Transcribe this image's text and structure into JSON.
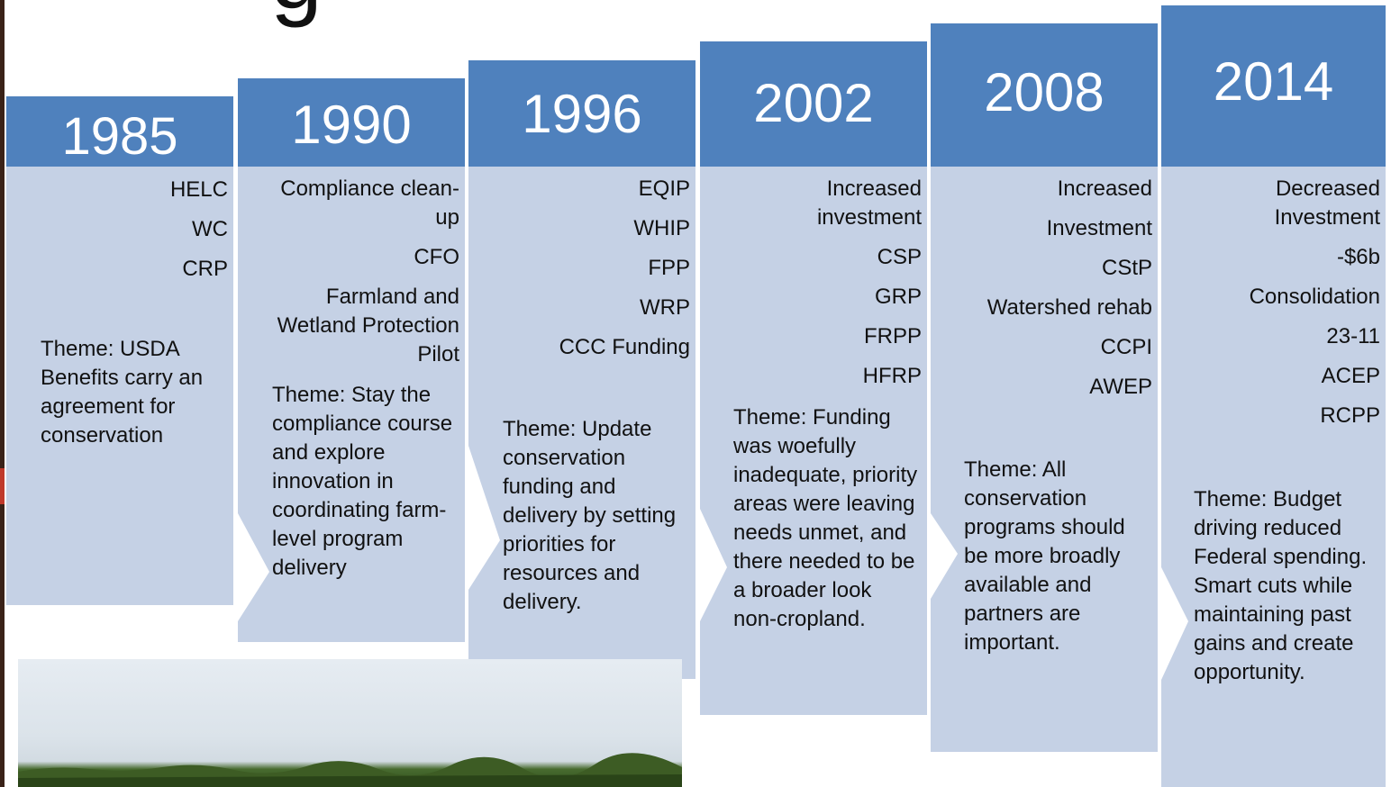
{
  "title_fragment": "g",
  "fill_colors": {
    "header": "#4f81bd",
    "body": "#c5d1e5",
    "text_light": "#ffffff",
    "text_dark": "#111111"
  },
  "timeline": [
    {
      "year": "1985",
      "items": [
        "HELC",
        "WC",
        "CRP"
      ],
      "theme": "Theme: USDA Benefits carry an agreement for conservation"
    },
    {
      "year": "1990",
      "items": [
        "Compliance clean-up",
        "CFO",
        "Farmland and Wetland Protection  Pilot"
      ],
      "theme": "Theme: Stay the compliance course and explore innovation in coordinating farm-level program delivery"
    },
    {
      "year": "1996",
      "items": [
        "EQIP",
        "WHIP",
        "FPP",
        "WRP",
        "CCC Funding"
      ],
      "theme": "Theme: Update conservation funding and delivery by setting priorities for resources and delivery."
    },
    {
      "year": "2002",
      "items": [
        "Increased investment",
        "CSP",
        "GRP",
        "FRPP",
        "HFRP"
      ],
      "theme": "Theme: Funding was woefully inadequate, priority areas were leaving needs unmet, and there needed to be a broader look non-cropland."
    },
    {
      "year": "2008",
      "items": [
        "Increased",
        "Investment",
        "CStP",
        "Watershed rehab",
        "CCPI",
        "AWEP"
      ],
      "theme": "Theme: All conservation programs should be more broadly available and partners are important."
    },
    {
      "year": "2014",
      "items": [
        "Decreased Investment",
        "-$6b",
        "Consolidation",
        "23-11",
        "ACEP",
        "RCPP"
      ],
      "theme": "Theme:  Budget driving reduced Federal spending.  Smart cuts while maintaining past gains and create opportunity."
    }
  ]
}
